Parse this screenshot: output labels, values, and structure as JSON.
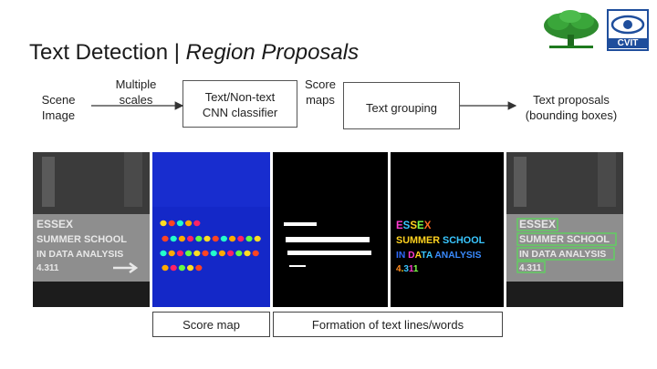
{
  "title": {
    "main": "Text Detection | ",
    "italic": "Region Proposals"
  },
  "logos": {
    "left_name": "tree-logo",
    "right_text": "CVIT"
  },
  "pipeline": {
    "scene_image": "Scene\nImage",
    "multiple_scales": "Multiple\nscales",
    "classifier": "Text/Non-text\nCNN classifier",
    "score_maps": "Score\nmaps",
    "text_grouping": "Text grouping",
    "text_proposals": "Text proposals\n(bounding boxes)"
  },
  "sign": {
    "line1": "ESSEX",
    "line2": "SUMMER SCHOOL",
    "line3": "IN DATA ANALYSIS",
    "line4": "4.311"
  },
  "captions": {
    "score_map": "Score map",
    "formation": "Formation of text lines/words"
  },
  "colors": {
    "proposal_box": "#5fd35f",
    "heat_bg": "#1428c8",
    "cvit_blue": "#1f4e9c",
    "tree_green": "#1e7a1e"
  }
}
